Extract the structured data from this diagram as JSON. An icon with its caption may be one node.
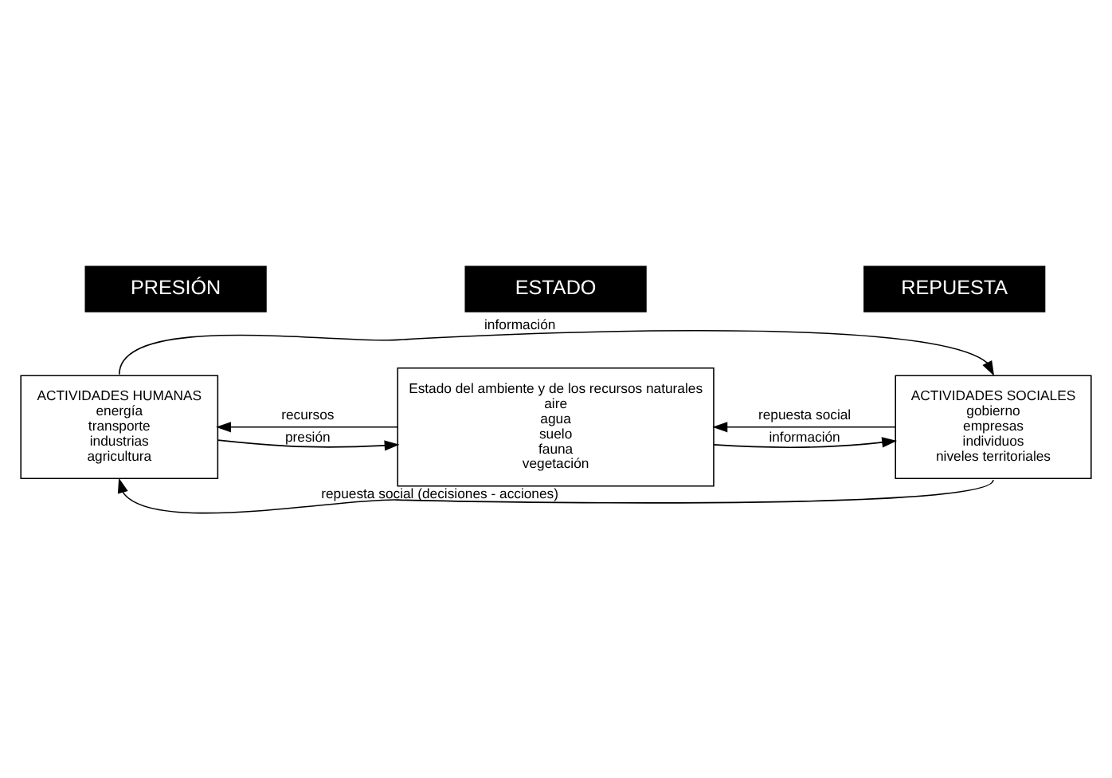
{
  "diagram": {
    "nodes": [
      {
        "text": [
          "PRESIÓN"
        ]
      },
      {
        "text": [
          "ESTADO"
        ]
      },
      {
        "text": [
          "REPUESTA"
        ]
      },
      {
        "text": [
          "ACTIVIDADES HUMANAS",
          "energía",
          "transporte",
          "industrias",
          "agricultura"
        ]
      },
      {
        "text": [
          "Estado del ambiente y de los recursos naturales",
          "aire",
          "agua",
          "suelo",
          "fauna",
          "vegetación"
        ]
      },
      {
        "text": [
          "ACTIVIDADES SOCIALES",
          "gobierno",
          "empresas",
          "individuos",
          "niveles territoriales"
        ]
      }
    ],
    "edges": [
      {
        "from": 3,
        "to": 5,
        "arrow": "to",
        "label": "información"
      },
      {
        "from": 3,
        "to": 4,
        "arrow": "to",
        "label": "presión"
      },
      {
        "from": 4,
        "to": 5,
        "arrow": "to",
        "label": "información"
      },
      {
        "from": 5,
        "to": 4,
        "arrow": "to",
        "label": "repuesta social"
      },
      {
        "from": 4,
        "to": 3,
        "arrow": "to",
        "label": "recursos"
      },
      {
        "from": 5,
        "to": 3,
        "arrow": "to",
        "label": "repuesta social (decisiones - acciones)"
      }
    ]
  }
}
